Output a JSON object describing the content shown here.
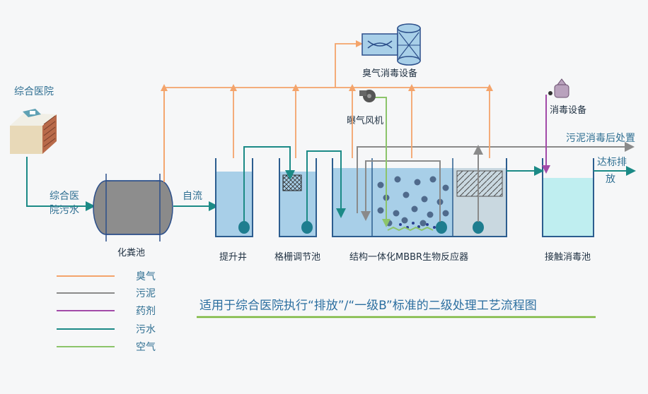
{
  "colors": {
    "odor": "#f4a46b",
    "sludge": "#8a8a8a",
    "chemical": "#a24aa8",
    "sewage": "#1b8a86",
    "air": "#8cc46a",
    "water": "#a8cfe8",
    "clear_water": "#bfeef0",
    "septic_tank": "#8d8d8d"
  },
  "labels": {
    "hospital": "综合医院",
    "hospital_sewage_line1": "综合医",
    "hospital_sewage_line2": "院污水",
    "septic_tank": "化粪池",
    "gravity_flow": "自流",
    "lift_well": "提升井",
    "grid_tank": "格栅调节池",
    "mbbr": "结构一体化MBBR生物反应器",
    "contact_tank": "接触消毒池",
    "deodorizer": "臭气消毒设备",
    "aeration_fan": "曝气风机",
    "disinfection_equipment": "消毒设备",
    "sludge_out": "污泥消毒后处置",
    "discharge_line1": "达标排",
    "discharge_line2": "放"
  },
  "legend": [
    {
      "label": "臭气",
      "color": "#f4a46b"
    },
    {
      "label": "污泥",
      "color": "#8a8a8a"
    },
    {
      "label": "药剂",
      "color": "#a24aa8"
    },
    {
      "label": "污水",
      "color": "#1b8a86"
    },
    {
      "label": "空气",
      "color": "#8cc46a"
    }
  ],
  "caption": "适用于综合医院执行“排放”/“一级B”标准的二级处理工艺流程图"
}
